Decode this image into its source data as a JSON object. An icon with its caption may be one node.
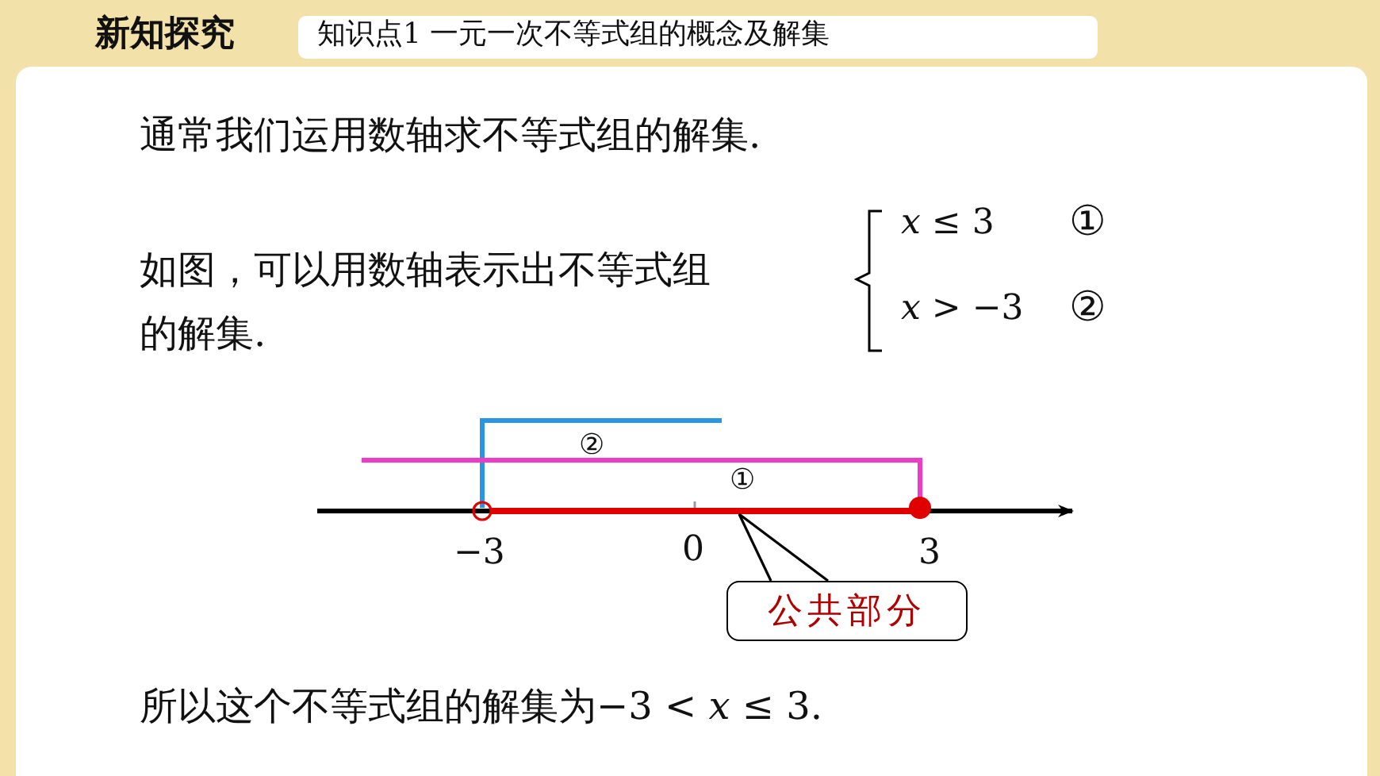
{
  "diagram": {
    "title": "新知探究",
    "nodes": [
      {
        "text": [
          "公共部分"
        ]
      },
      {
        "text": [],
        "shape": "bar"
      }
    ],
    "edges": [
      {
        "from": 0,
        "to": 1,
        "arrow": "none"
      }
    ],
    "labels": [
      "知识点1 一元一次不等式组的概念及解集",
      "通常我们运用数轴求不等式组的解集.",
      "如图，可以用数轴表示出不等式组的解集.",
      "*x* ≤ 3",
      "①",
      "*x* > −3",
      "②",
      "②",
      "①",
      "−3",
      "0",
      "3",
      "所以这个不等式组的解集为−3 < *x* ≤ 3."
    ]
  }
}
